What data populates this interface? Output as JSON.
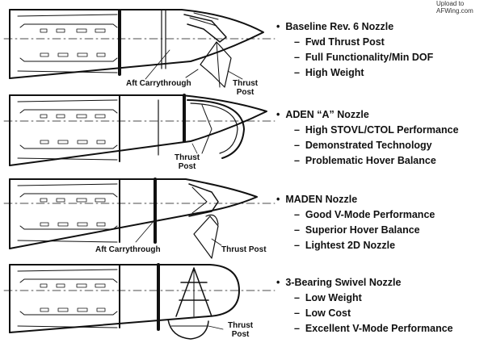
{
  "watermark": {
    "line1": "Upload to",
    "line2": "AFWing.com"
  },
  "nozzles": [
    {
      "heading": "Baseline Rev. 6 Nozzle",
      "items": [
        "Fwd Thrust Post",
        "Full Functionality/Min DOF",
        "High Weight"
      ]
    },
    {
      "heading": "ADEN “A” Nozzle",
      "items": [
        "High STOVL/CTOL Performance",
        "Demonstrated Technology",
        "Problematic Hover Balance"
      ]
    },
    {
      "heading": "MADEN Nozzle",
      "items": [
        "Good V-Mode Performance",
        "Superior Hover Balance",
        "Lightest 2D Nozzle"
      ]
    },
    {
      "heading": "3-Bearing Swivel Nozzle",
      "items": [
        "Low Weight",
        "Low Cost",
        "Excellent V-Mode Performance"
      ]
    }
  ],
  "callouts": {
    "aft_carrythrough_1": "Aft Carrythrough",
    "thrust_post_1": "Thrust\nPost",
    "thrust_post_2": "Thrust\nPost",
    "aft_carrythrough_3": "Aft Carrythrough",
    "thrust_post_3": "Thrust Post",
    "thrust_post_4": "Thrust\nPost"
  },
  "bullet_glyph": "•",
  "dash_glyph": "–"
}
